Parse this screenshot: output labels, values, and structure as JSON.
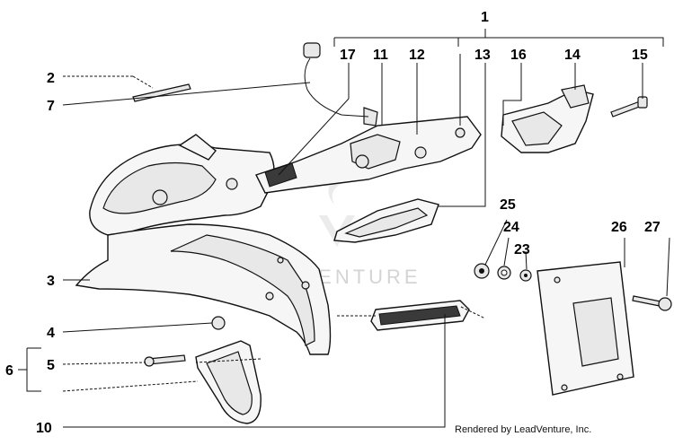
{
  "callouts": {
    "c1": "1",
    "c2": "2",
    "c3": "3",
    "c4": "4",
    "c5": "5",
    "c6": "6",
    "c7": "7",
    "c10": "10",
    "c11": "11",
    "c12": "12",
    "c13": "13",
    "c14": "14",
    "c15": "15",
    "c16": "16",
    "c17": "17",
    "c23": "23",
    "c24": "24",
    "c25": "25",
    "c26": "26",
    "c27": "27"
  },
  "watermark": "LEADVENTURE",
  "credit": "Rendered by LeadVenture, Inc."
}
